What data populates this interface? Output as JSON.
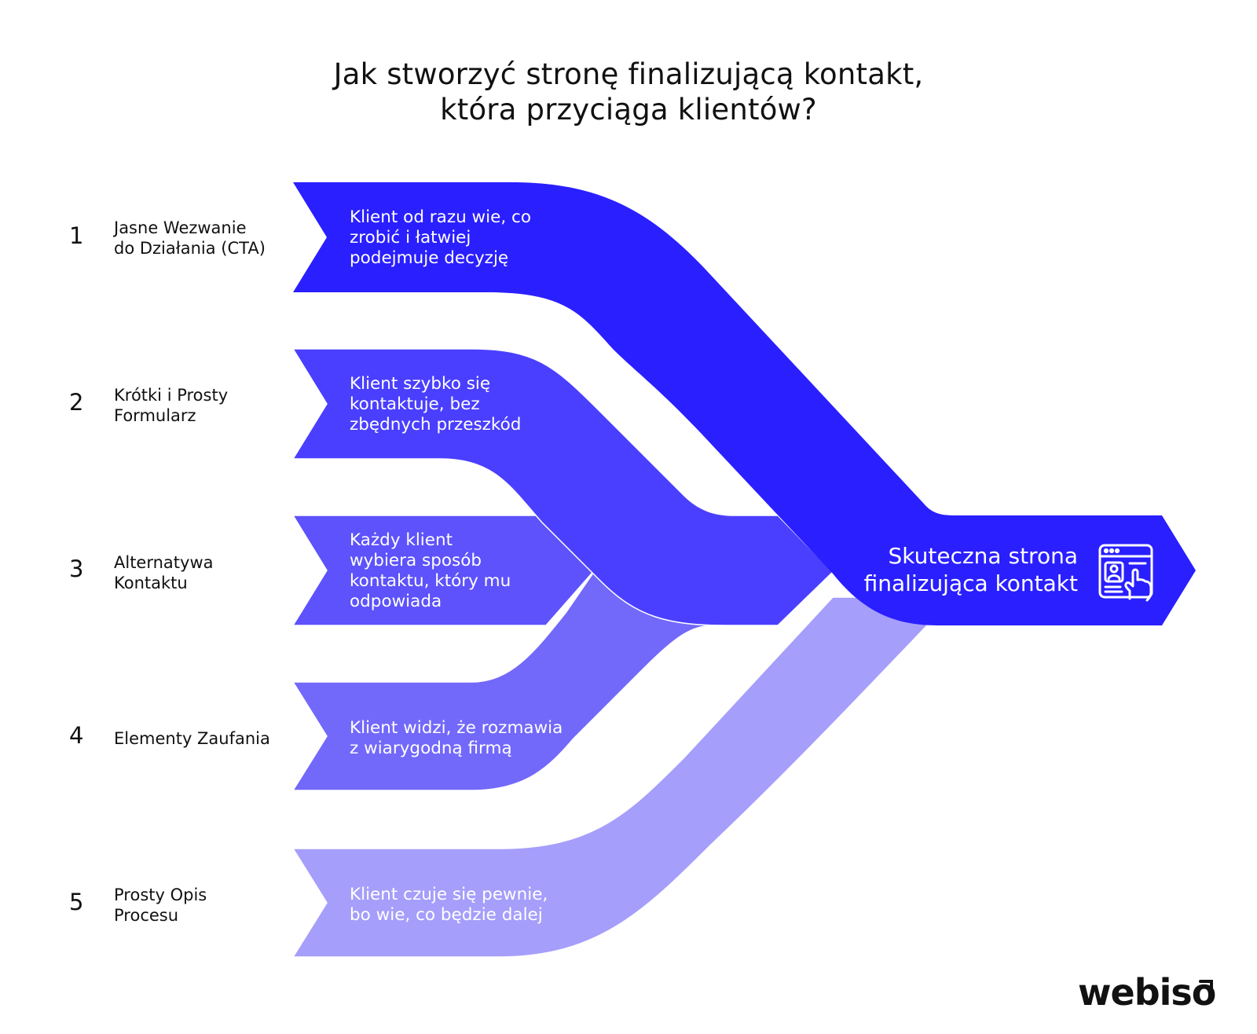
{
  "title": {
    "line1": "Jak stworzyć stronę finalizującą kontakt,",
    "line2": "która przyciąga klientów?"
  },
  "steps": [
    {
      "number": "1",
      "label_lines": [
        "Jasne Wezwanie",
        "do Działania (CTA)"
      ],
      "benefit_lines": [
        "Klient od razu wie, co",
        "zrobić i łatwiej",
        "podejmuje decyzję"
      ],
      "color": "#2a1fff"
    },
    {
      "number": "2",
      "label_lines": [
        "Krótki i Prosty",
        "Formularz"
      ],
      "benefit_lines": [
        "Klient szybko się",
        "kontaktuje, bez",
        "zbędnych przeszkód"
      ],
      "color": "#4a3fff"
    },
    {
      "number": "3",
      "label_lines": [
        "Alternatywa",
        "Kontaktu"
      ],
      "benefit_lines": [
        "Każdy klient",
        "wybiera sposób",
        "kontaktu, który mu",
        "odpowiada"
      ],
      "color": "#5d52fb"
    },
    {
      "number": "4",
      "label_lines": [
        "Elementy Zaufania"
      ],
      "benefit_lines": [
        "Klient widzi, że rozmawia",
        "z wiarygodną firmą"
      ],
      "color": "#7268fa"
    },
    {
      "number": "5",
      "label_lines": [
        "Prosty Opis",
        "Procesu"
      ],
      "benefit_lines": [
        "Klient czuje się pewnie,",
        "bo wie, co będzie dalej"
      ],
      "color": "#a59efb"
    }
  ],
  "result": {
    "lines": [
      "Skuteczna strona",
      "finalizująca kontakt"
    ],
    "icon": "web-form-click-icon",
    "color": "#2a1fff"
  },
  "brand": {
    "logo_text": "webiso",
    "logo_mark_icon": "logo-accent-mark"
  }
}
